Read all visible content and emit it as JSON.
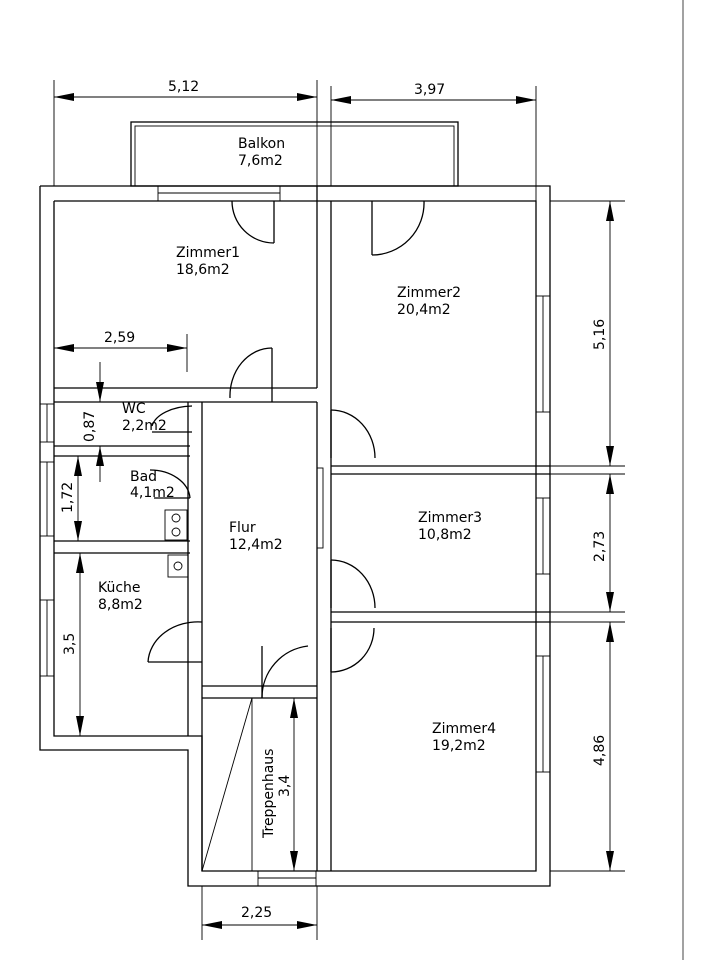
{
  "rooms": {
    "balkon": {
      "name": "Balkon",
      "area": "7,6m2"
    },
    "zimmer1": {
      "name": "Zimmer1",
      "area": "18,6m2"
    },
    "zimmer2": {
      "name": "Zimmer2",
      "area": "20,4m2"
    },
    "wc": {
      "name": "WC",
      "area": "2,2m2"
    },
    "bad": {
      "name": "Bad",
      "area": "4,1m2"
    },
    "flur": {
      "name": "Flur",
      "area": "12,4m2"
    },
    "zimmer3": {
      "name": "Zimmer3",
      "area": "10,8m2"
    },
    "kueche": {
      "name": "Küche",
      "area": "8,8m2"
    },
    "zimmer4": {
      "name": "Zimmer4",
      "area": "19,2m2"
    },
    "treppenhaus": {
      "name": "Treppenhaus",
      "dim": "3,4"
    }
  },
  "dimensions": {
    "top_left": "5,12",
    "top_right": "3,97",
    "zimmer1_width": "2,59",
    "wc_height": "0,87",
    "bad_height": "1,72",
    "kueche_height": "3,5",
    "right_top": "5,16",
    "right_mid": "2,73",
    "right_bottom": "4,86",
    "bottom": "2,25"
  }
}
